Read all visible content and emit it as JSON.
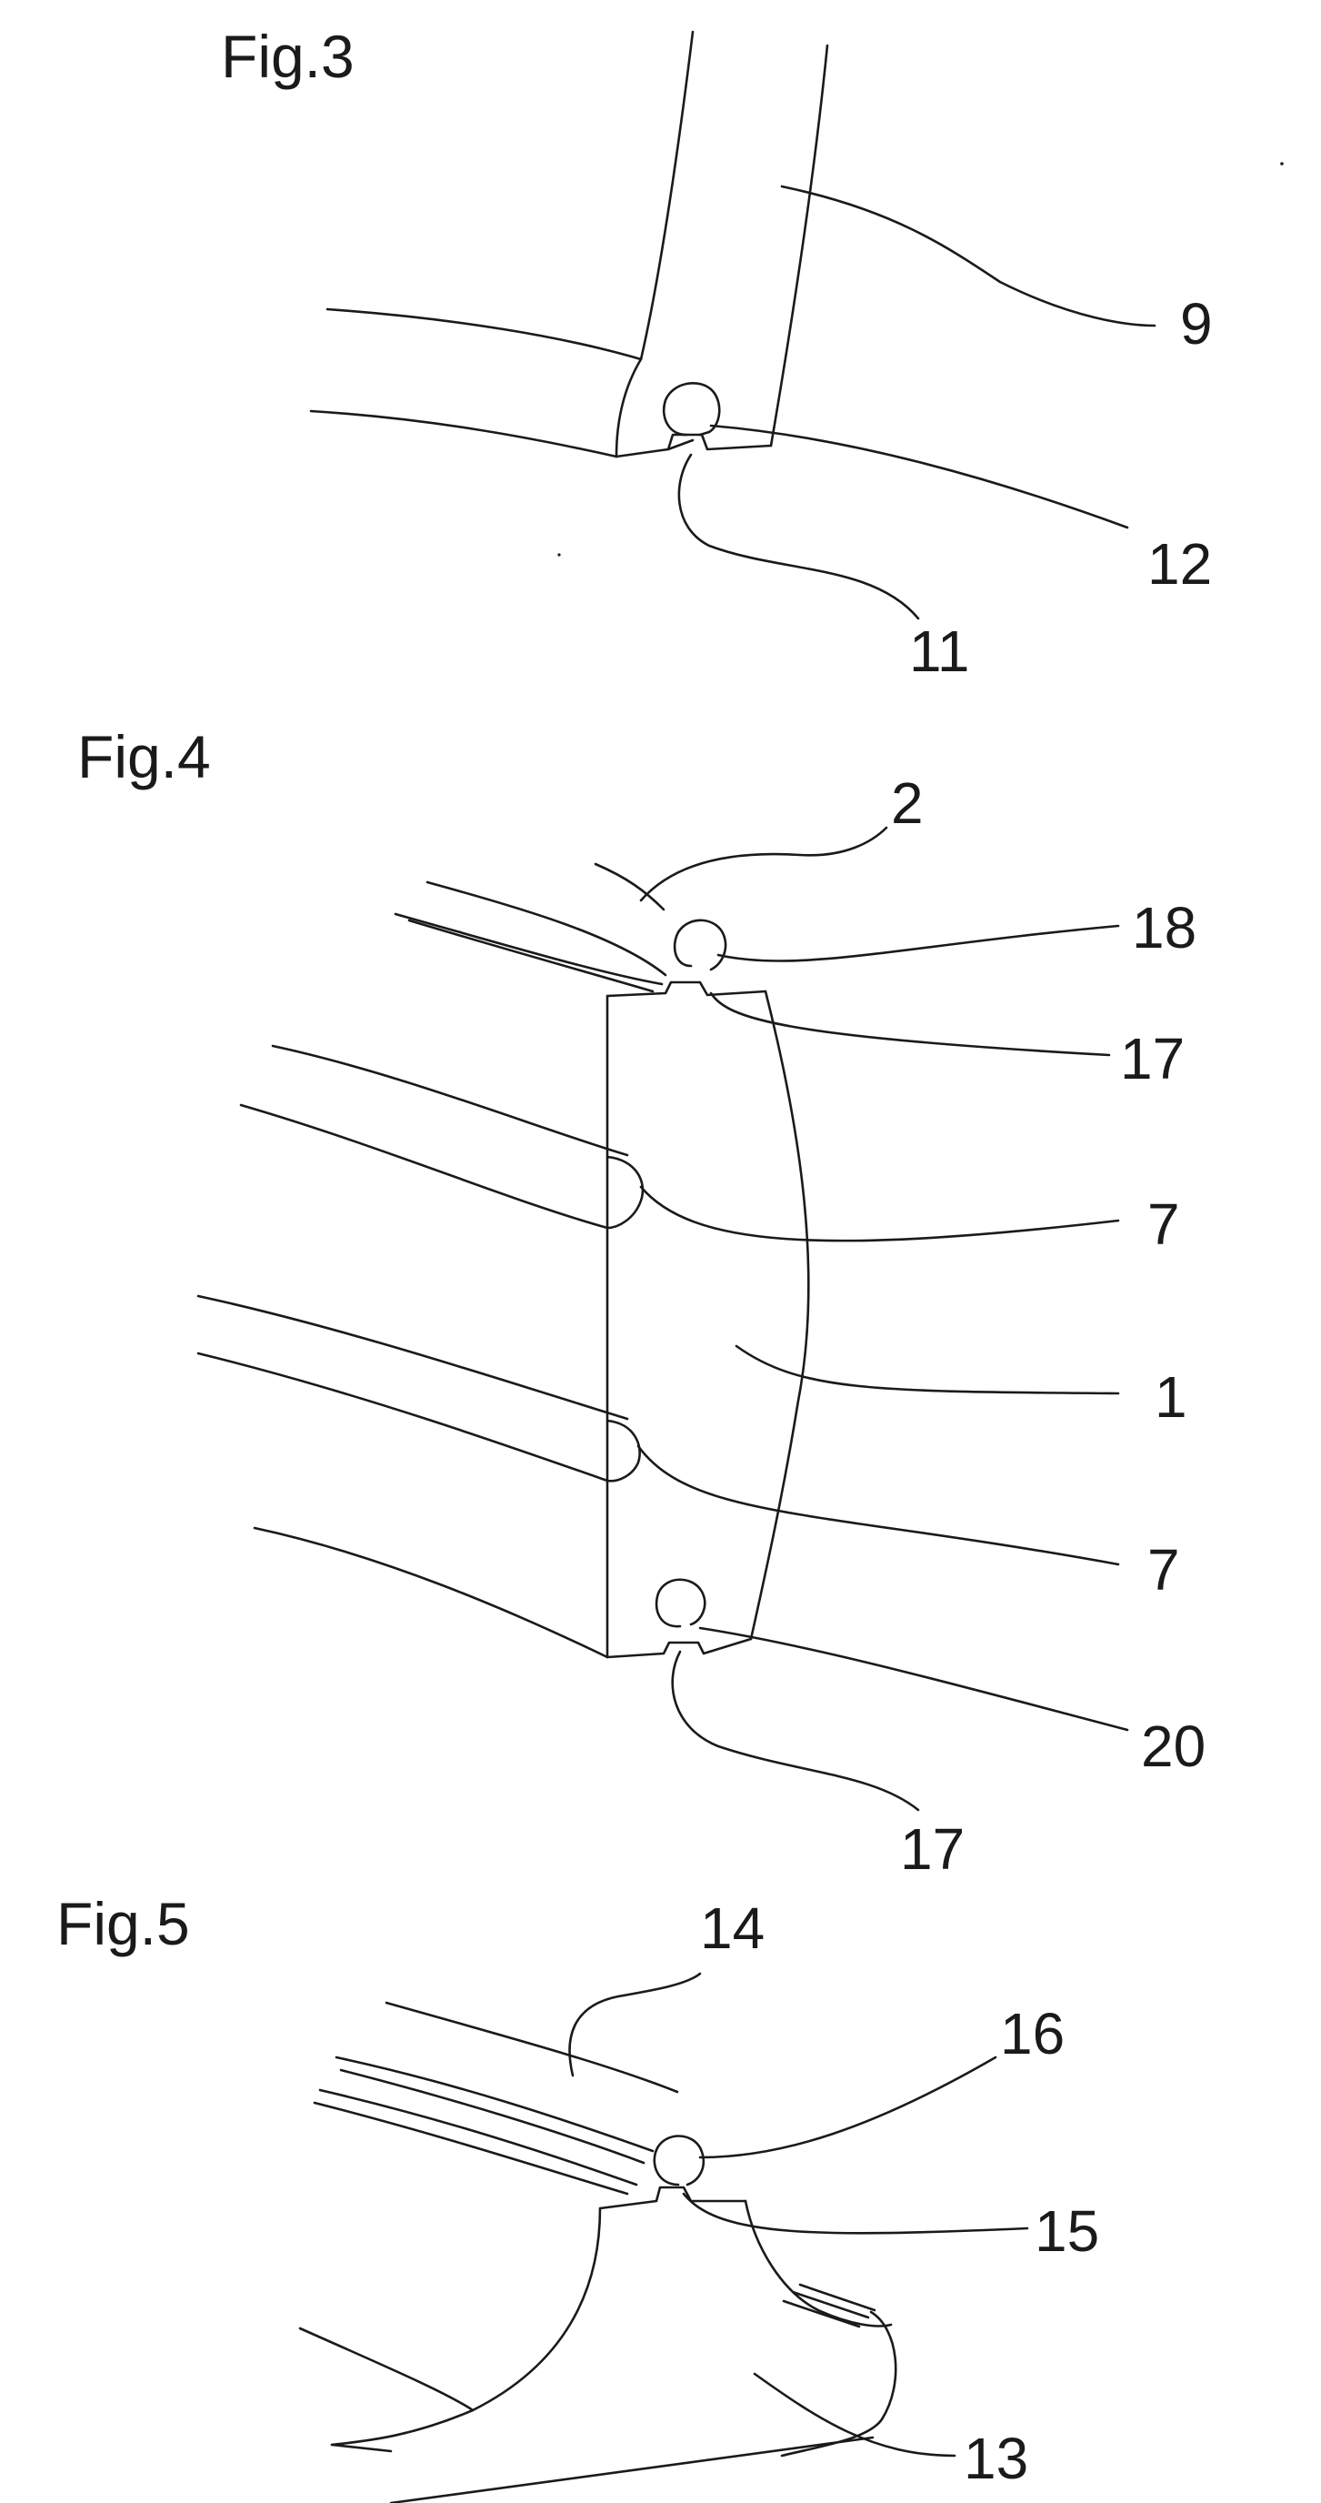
{
  "figures": [
    {
      "id": "fig3",
      "title": "Fig.3",
      "labels": [
        "9",
        "12",
        "11"
      ]
    },
    {
      "id": "fig4",
      "title": "Fig.4",
      "labels": [
        "2",
        "18",
        "17",
        "7",
        "1",
        "7",
        "20",
        "17"
      ]
    },
    {
      "id": "fig5",
      "title": "Fig.5",
      "labels": [
        "14",
        "16",
        "15",
        "13"
      ]
    }
  ],
  "colors": {
    "ink": "#1a1a1a",
    "paper": "#ffffff"
  }
}
